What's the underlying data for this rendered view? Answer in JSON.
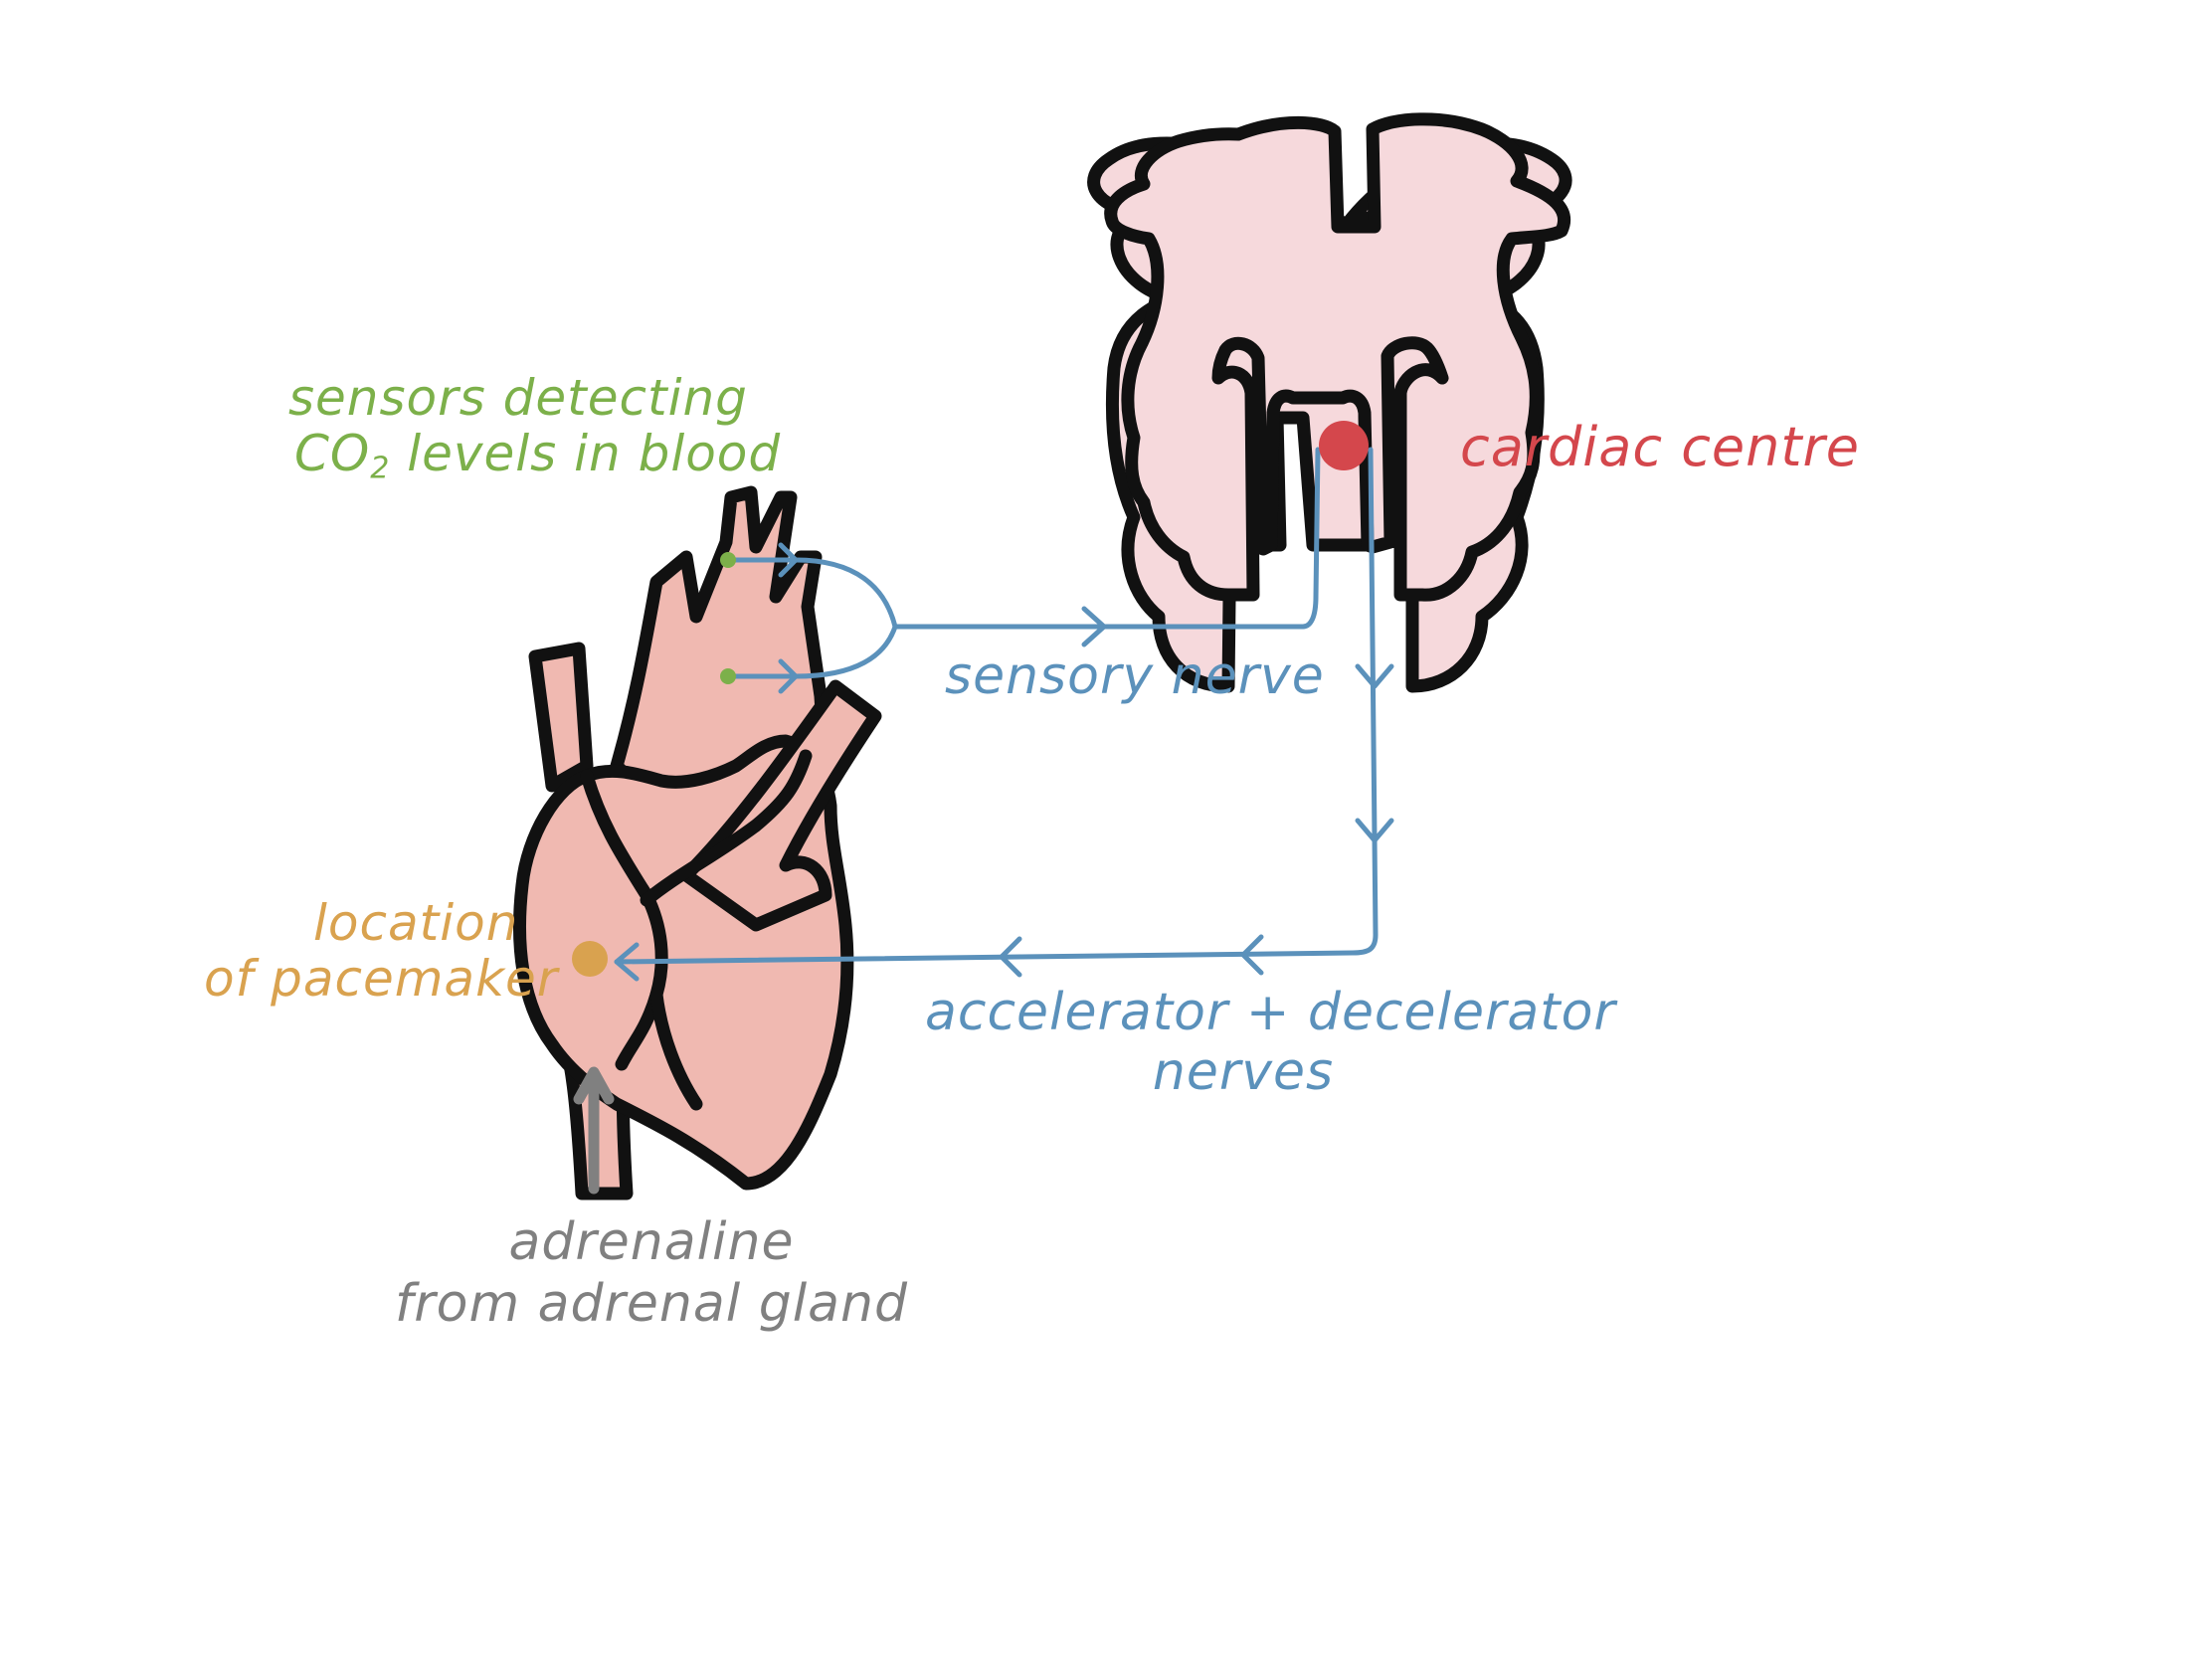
{
  "colors": {
    "sensor": "#7cb04a",
    "cardiac": "#d4474c",
    "nerve": "#5b91bb",
    "pacemaker": "#d9a24f",
    "adrenaline": "#808080",
    "heart_fill": "#f0b9b1",
    "brain_fill": "#f6d9dc",
    "outline": "#111111"
  },
  "labels": {
    "sensors_line1": "sensors detecting",
    "sensors_line2_pre": "CO",
    "sensors_line2_sub": "2",
    "sensors_line2_post": " levels in blood",
    "cardiac_centre": "cardiac centre",
    "sensory_nerve": "sensory nerve",
    "accel_line1": "accelerator + decelerator",
    "accel_line2": "nerves",
    "pacemaker_line1": "location",
    "pacemaker_line2": "of pacemaker",
    "adrenaline_line1": "adrenaline",
    "adrenaline_line2": "from adrenal gland"
  },
  "icons": {
    "heart": "heart-icon",
    "brain": "brain-medulla-icon"
  }
}
